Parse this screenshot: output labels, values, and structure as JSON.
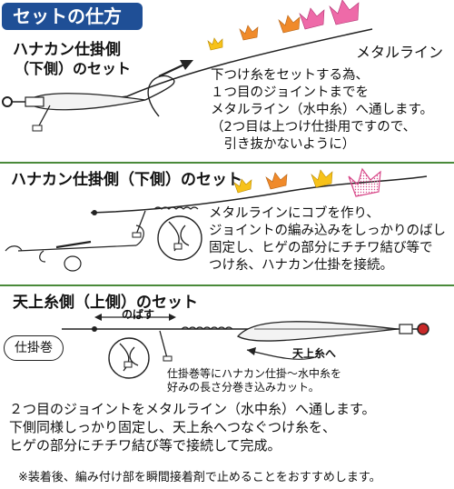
{
  "title": "セットの仕方",
  "section1": {
    "heading": "ハナカン仕掛側",
    "subheading": "（下側）のセット",
    "line_label": "メタルライン",
    "note": [
      "下つけ糸をセットする為、",
      "１つ目のジョイントまでを",
      "メタルライン（水中糸）へ通します。",
      "（2つ目は上つけ仕掛用ですので、",
      "　引き抜かないように）"
    ]
  },
  "section2": {
    "heading": "ハナカン仕掛側（下側）のセット",
    "note": [
      "メタルラインにコブを作り、",
      "ジョイントの編み込みをしっかりのばし",
      "固定し、ヒゲの部分にチチワ結び等で",
      "つけ糸、ハナカン仕掛を接続。"
    ]
  },
  "section3": {
    "heading": "天上糸側（上側）のセット",
    "stretch_label": "のばす",
    "shikake_label": "仕掛巻",
    "tenjo_label": "天上糸へ",
    "caption": [
      "仕掛巻等にハナカン仕掛～水中糸を",
      "好みの長さ分巻き込みカット。"
    ],
    "body": [
      "２つ目のジョイントをメタルライン（水中糸）へ通します。",
      "下側同様しっかり固定し、天上糸へつなぐつけ糸を、",
      "ヒゲの部分にチチワ結び等で接続して完成。"
    ]
  },
  "footer": "※装着後、編み付け部を瞬間接着剤で止めることをおすすめします。",
  "colors": {
    "title_bg": "#1f4f96",
    "divider": "#4a8a3a",
    "flag_pink": "#ee6aa8",
    "flag_orange": "#f08a2a",
    "flag_yellow": "#f7c21a",
    "jewel_red": "#c82828"
  }
}
